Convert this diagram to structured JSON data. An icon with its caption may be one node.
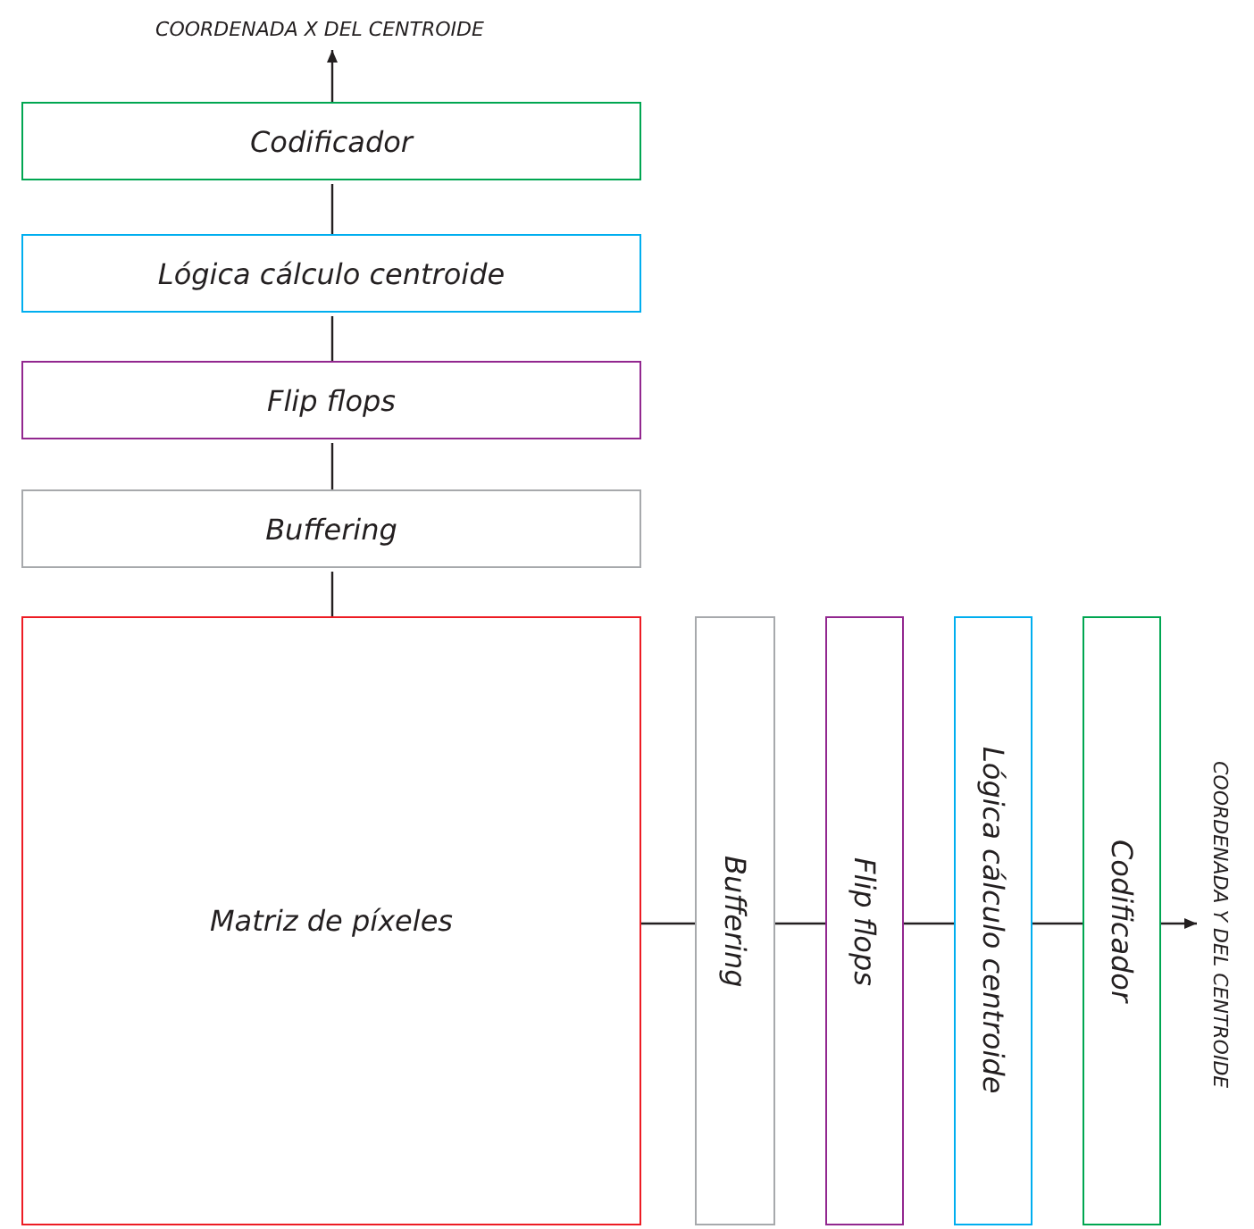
{
  "diagram": {
    "nodes": [
      {
        "text": [
          "COORDENADA X DEL CENTROIDE"
        ]
      },
      {
        "text": [
          "Codificador"
        ]
      },
      {
        "text": [
          "Lógica cálculo centroide"
        ]
      },
      {
        "text": [
          "Flip flops"
        ]
      },
      {
        "text": [
          "Buffering"
        ]
      },
      {
        "text": [
          "Matriz de píxeles"
        ]
      },
      {
        "text": [
          "Buffering"
        ]
      },
      {
        "text": [
          "Flip flops"
        ]
      },
      {
        "text": [
          "Lógica cálculo centroide"
        ]
      },
      {
        "text": [
          "Codificador"
        ]
      },
      {
        "text": [
          "COORDENADA Y DEL CENTROIDE"
        ]
      }
    ],
    "edges": [
      {
        "from": 5,
        "to": 4,
        "arrow": "none"
      },
      {
        "from": 4,
        "to": 3,
        "arrow": "none"
      },
      {
        "from": 3,
        "to": 2,
        "arrow": "none"
      },
      {
        "from": 2,
        "to": 1,
        "arrow": "none"
      },
      {
        "from": 1,
        "to": 0,
        "arrow": "to"
      },
      {
        "from": 5,
        "to": 6,
        "arrow": "none"
      },
      {
        "from": 6,
        "to": 7,
        "arrow": "none"
      },
      {
        "from": 7,
        "to": 8,
        "arrow": "none"
      },
      {
        "from": 8,
        "to": 9,
        "arrow": "none"
      },
      {
        "from": 9,
        "to": 10,
        "arrow": "to"
      }
    ]
  }
}
